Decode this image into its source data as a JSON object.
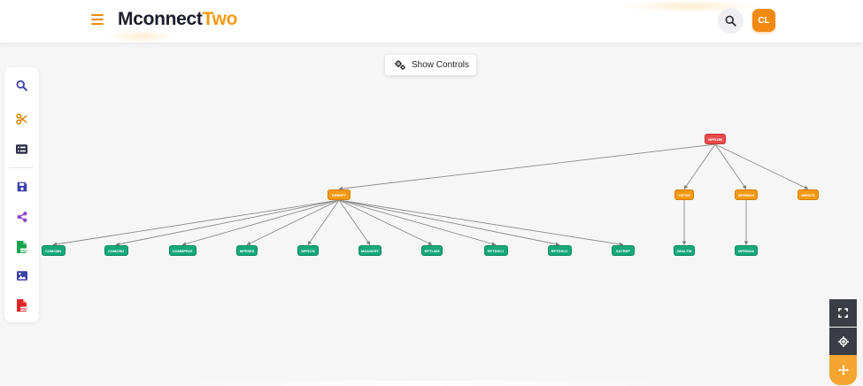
{
  "header": {
    "brand_part1": "Mconnect",
    "brand_part2": "Two",
    "avatar_initials": "CL"
  },
  "toolbar": {
    "show_controls_label": "Show Controls"
  },
  "sidebar": {
    "items": [
      {
        "icon": "search-icon",
        "color": "#3b3fa8"
      },
      {
        "icon": "scissors-icon",
        "color": "#e08a0e"
      },
      {
        "icon": "list-icon",
        "color": "#2a2d45"
      },
      {
        "icon": "save-icon",
        "color": "#3b3fa8"
      },
      {
        "icon": "share-icon",
        "color": "#8a3fd1"
      },
      {
        "icon": "csv-file-icon",
        "color": "#15a34a"
      },
      {
        "icon": "image-icon",
        "color": "#3b3fa8"
      },
      {
        "icon": "pdf-file-icon",
        "color": "#e02424"
      }
    ]
  },
  "graph": {
    "nodes": [
      {
        "id": "root",
        "label": "MPR188",
        "color": "red"
      },
      {
        "id": "n1",
        "label": "DEBEPT",
        "color": "orange"
      },
      {
        "id": "n2",
        "label": "CIF765",
        "color": "orange"
      },
      {
        "id": "n3",
        "label": "MPR0604",
        "color": "orange"
      },
      {
        "id": "n4",
        "label": "MPR271",
        "color": "orange"
      },
      {
        "id": "c1",
        "label": "COMCBN",
        "color": "green"
      },
      {
        "id": "c2",
        "label": "COMCBN",
        "color": "green"
      },
      {
        "id": "c3",
        "label": "COMMPR26",
        "color": "green"
      },
      {
        "id": "c4",
        "label": "MPR0R3",
        "color": "green"
      },
      {
        "id": "c5",
        "label": "MPR176",
        "color": "green"
      },
      {
        "id": "c6",
        "label": "MDAGERT",
        "color": "green"
      },
      {
        "id": "c7",
        "label": "RPTL365",
        "color": "green"
      },
      {
        "id": "c8",
        "label": "RPTDSC1",
        "color": "green"
      },
      {
        "id": "c9",
        "label": "RPTDSC2",
        "color": "green"
      },
      {
        "id": "c10",
        "label": "SATREP",
        "color": "green"
      },
      {
        "id": "c11",
        "label": "DEALTIS",
        "color": "green"
      },
      {
        "id": "c12",
        "label": "MPR0608",
        "color": "green"
      }
    ],
    "edges": [
      [
        "root",
        "n1"
      ],
      [
        "root",
        "n2"
      ],
      [
        "root",
        "n3"
      ],
      [
        "root",
        "n4"
      ],
      [
        "n1",
        "c1"
      ],
      [
        "n1",
        "c2"
      ],
      [
        "n1",
        "c3"
      ],
      [
        "n1",
        "c4"
      ],
      [
        "n1",
        "c5"
      ],
      [
        "n1",
        "c6"
      ],
      [
        "n1",
        "c7"
      ],
      [
        "n1",
        "c8"
      ],
      [
        "n1",
        "c9"
      ],
      [
        "n1",
        "c10"
      ],
      [
        "n2",
        "c11"
      ],
      [
        "n3",
        "c12"
      ]
    ]
  },
  "view_controls": [
    {
      "icon": "fullscreen-icon"
    },
    {
      "icon": "crosshair-icon"
    },
    {
      "icon": "move-icon"
    }
  ],
  "colors": {
    "accent": "#f39a14",
    "node_red": "#e84b4b",
    "node_orange": "#f39a14",
    "node_green": "#15a878",
    "edge": "#8a8a8a"
  }
}
